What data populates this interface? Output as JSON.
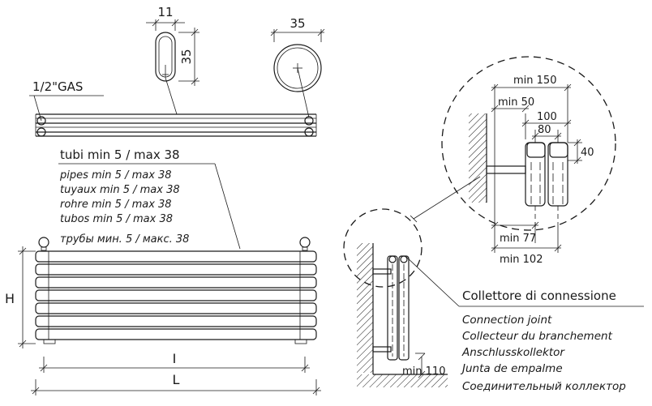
{
  "top_view": {
    "dim_slot_width": "11",
    "dim_slot_height": "35",
    "dim_pipe_diameter": "35",
    "gas_label": "1/2\"GAS"
  },
  "front_view": {
    "tubes_main": "tubi min 5 / max 38",
    "tubes_translations": [
      "pipes min 5 / max 38",
      "tuyaux min 5 / max 38",
      "rohre min 5 / max 38",
      "tubos min 5 / max 38",
      "трубы мин. 5 / макс. 38"
    ],
    "dim_height": "H",
    "dim_inner": "I",
    "dim_length": "L"
  },
  "detail_view": {
    "dims": {
      "min150": "min 150",
      "min50": "min 50",
      "d100": "100",
      "d80": "80",
      "d40": "40",
      "min77": "min 77",
      "min102": "min 102",
      "min110": "min 110"
    },
    "collector_title": "Collettore di connessione",
    "collector_translations": [
      "Connection joint",
      "Collecteur du branchement",
      "Anschlusskollektor",
      "Junta de empalme",
      "Соединительный коллектор"
    ]
  }
}
